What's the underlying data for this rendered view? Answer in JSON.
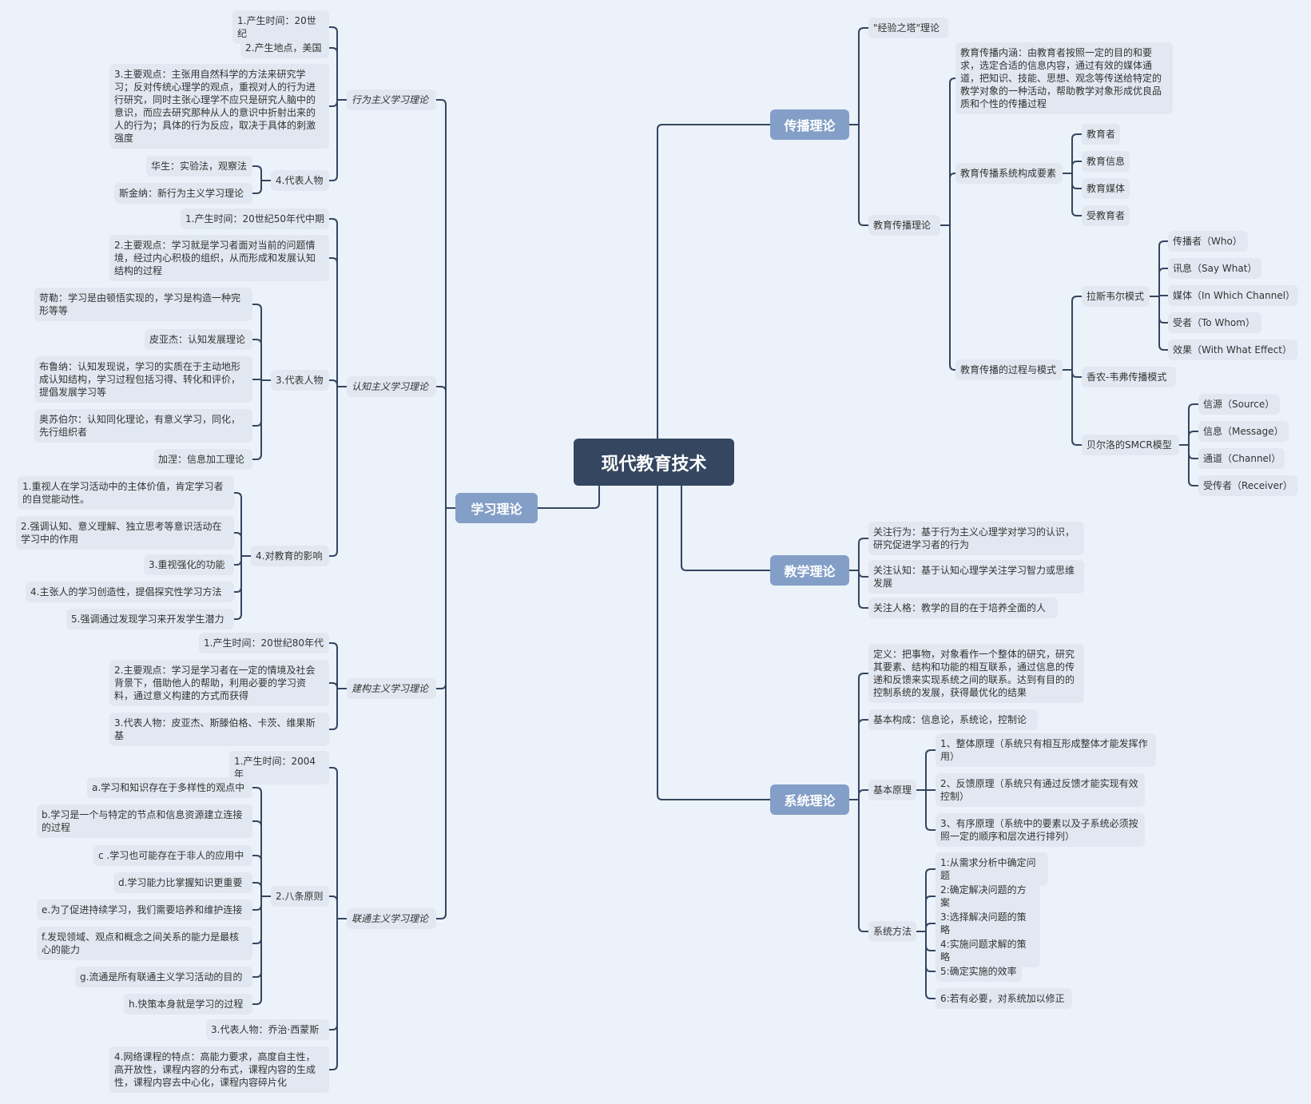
{
  "root": "现代教育技术",
  "colors": {
    "background": "#ecf2f9",
    "root": "#344660",
    "main": "#839fc7",
    "node": "#e1e8f1",
    "line": "#344660"
  },
  "main_branches": {
    "learning": "学习理论",
    "communication": "传播理论",
    "teaching": "教学理论",
    "systems": "系统理论"
  },
  "learning": {
    "behaviorism": {
      "title": "行为主义学习理论",
      "items": [
        "1.产生时间：20世纪",
        "2.产生地点，美国",
        "3.主要观点：主张用自然科学的方法来研究学习；反对传统心理学的观点，重视对人的行为进行研究，同时主张心理学不应只是研究人脑中的意识，而应去研究那种从人的意识中折射出来的人的行为；具体的行为反应，取决于具体的刺激强度",
        "4.代表人物"
      ],
      "people": [
        "华生：实验法，观察法",
        "斯金纳：新行为主义学习理论"
      ]
    },
    "cognitivism": {
      "title": "认知主义学习理论",
      "items": [
        "1.产生时间：20世纪50年代中期",
        "2.主要观点：学习就是学习者面对当前的问题情境，经过内心积极的组织，从而形成和发展认知结构的过程",
        "3.代表人物",
        "4.对教育的影响"
      ],
      "people": [
        "苛勒：学习是由顿悟实现的，学习是构造一种完形等等",
        "皮亚杰：认知发展理论",
        "布鲁纳：认知发现说，学习的实质在于主动地形成认知结构，学习过程包括习得、转化和评价，提倡发展学习等",
        "奥苏伯尔：认知同化理论，有意义学习，同化，先行组织者",
        "加涅：信息加工理论"
      ],
      "impact": [
        "1.重视人在学习活动中的主体价值，肯定学习者的自觉能动性。",
        "2.强调认知、意义理解、独立思考等意识活动在学习中的作用",
        "3.重视强化的功能",
        "4.主张人的学习创造性，提倡探究性学习方法",
        "5.强调通过发现学习来开发学生潜力"
      ]
    },
    "constructivism": {
      "title": "建构主义学习理论",
      "items": [
        "1.产生时间：20世纪80年代",
        "2.主要观点：学习是学习者在一定的情境及社会背景下，借助他人的帮助，利用必要的学习资料，通过意义构建的方式而获得",
        "3.代表人物：皮亚杰、斯滕伯格、卡茨、维果斯基"
      ]
    },
    "connectivism": {
      "title": "联通主义学习理论",
      "items": [
        "1.产生时间：2004年",
        "2.八条原则",
        "3.代表人物：乔治·西蒙斯",
        "4.网络课程的特点：高能力要求，高度自主性，高开放性，课程内容的分布式，课程内容的生成性，课程内容去中心化，课程内容碎片化"
      ],
      "principles": [
        "a.学习和知识存在于多样性的观点中",
        "b.学习是一个与特定的节点和信息资源建立连接的过程",
        "c .学习也可能存在于非人的应用中",
        "d.学习能力比掌握知识更重要",
        "e.为了促进持续学习，我们需要培养和维护连接",
        "f.发现领域、观点和概念之间关系的能力是最核心的能力",
        "g.流通是所有联通主义学习活动的目的",
        "h.快策本身就是学习的过程"
      ]
    }
  },
  "communication": {
    "tower": "\"经验之塔\"理论",
    "edu_comm": "教育传播理论",
    "connotation": "教育传播内涵：由教育者按照一定的目的和要求，选定合适的信息内容，通过有效的媒体通道，把知识、技能、思想、观念等传送给特定的教学对象的一种活动，帮助教学对象形成优良品质和个性的传播过程",
    "elements_title": "教育传播系统构成要素",
    "elements": [
      "教育者",
      "教育信息",
      "教育媒体",
      "受教育者"
    ],
    "process_title": "教育传播的过程与模式",
    "lasswell_title": "拉斯韦尔模式",
    "lasswell": [
      "传播者（Who）",
      "讯息（Say What）",
      "媒体（In Which Channel）",
      "受者（To Whom）",
      "效果（With What Effect）"
    ],
    "shannon": "香农-韦弗传播模式",
    "smcr_title": "贝尔洛的SMCR模型",
    "smcr": [
      "信源（Source）",
      "信息（Message）",
      "通道（Channel）",
      "受传者（Receiver）"
    ]
  },
  "teaching": {
    "items": [
      "关注行为：基于行为主义心理学对学习的认识，研究促进学习者的行为",
      "关注认知：基于认知心理学关注学习智力或思维发展",
      "关注人格：教学的目的在于培养全面的人"
    ]
  },
  "systems": {
    "definition": "定义：把事物，对象看作一个整体的研究，研究其要素、结构和功能的相互联系，通过信息的传递和反馈来实现系统之间的联系。达到有目的的控制系统的发展，获得最优化的结果",
    "composition": "基本构成：信息论，系统论，控制论",
    "principles_title": "基本原理",
    "principles": [
      "1、整体原理（系统只有相互形成整体才能发挥作用）",
      "2、反馈原理（系统只有通过反馈才能实现有效控制）",
      "3、有序原理（系统中的要素以及子系统必须按照一定的顺序和层次进行排列）"
    ],
    "method_title": "系统方法",
    "methods": [
      "1:从需求分析中确定问题",
      "2:确定解决问题的方案",
      "3:选择解决问题的策略",
      "4:实施问题求解的策略",
      "5:确定实施的效率",
      "6:若有必要，对系统加以修正"
    ]
  }
}
